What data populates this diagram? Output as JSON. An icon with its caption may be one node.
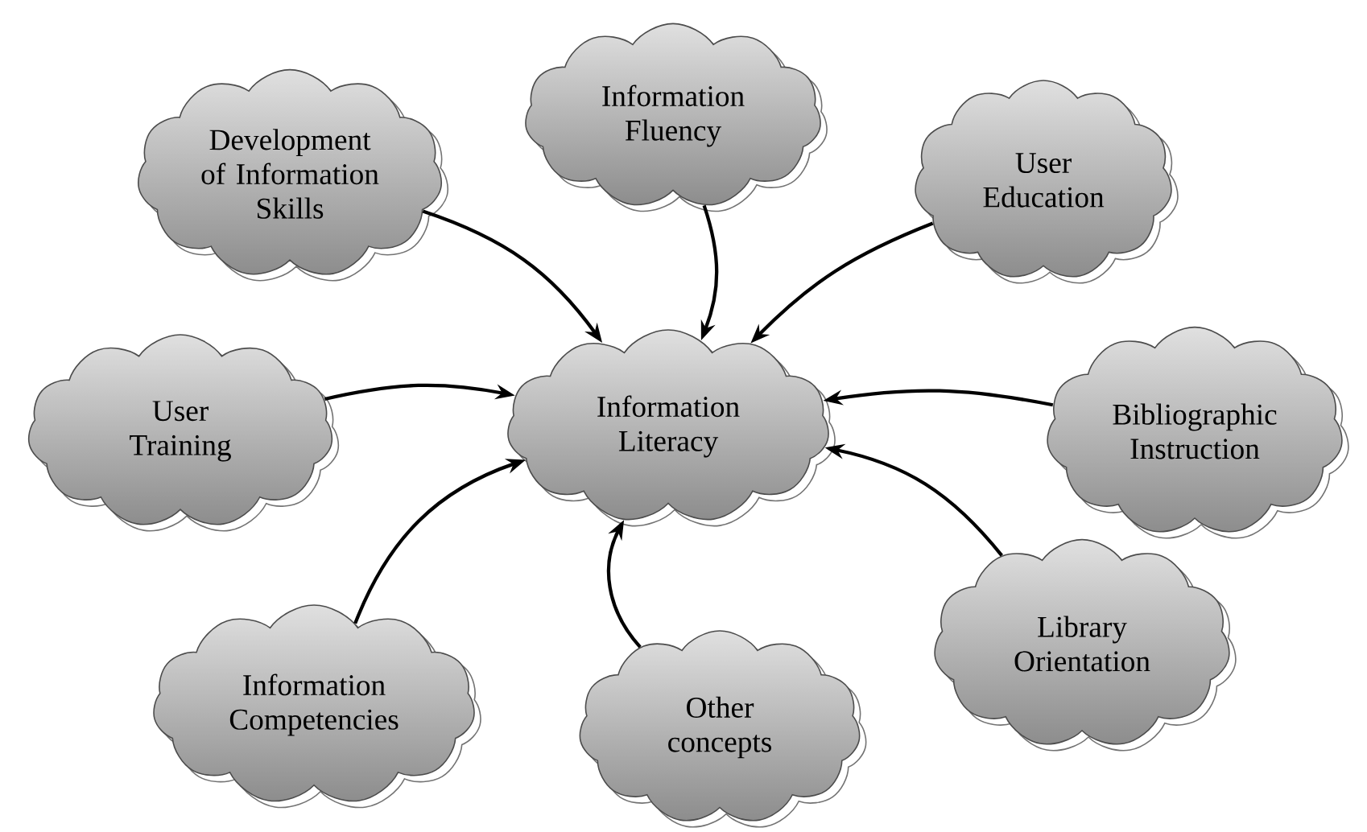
{
  "diagram": {
    "nodes": [
      {
        "text": [
          "Development of Information Skills"
        ]
      },
      {
        "text": [
          "Information Fluency"
        ]
      },
      {
        "text": [
          "User Education"
        ]
      },
      {
        "text": [
          "User Training"
        ]
      },
      {
        "text": [
          "Information Literacy"
        ]
      },
      {
        "text": [
          "Bibliographic Instruction"
        ]
      },
      {
        "text": [
          "Information Competencies"
        ]
      },
      {
        "text": [
          "Other concepts"
        ]
      },
      {
        "text": [
          "Library Orientation"
        ]
      }
    ],
    "edges": [
      {
        "from": 0,
        "to": 4,
        "arrow": "to"
      },
      {
        "from": 1,
        "to": 4,
        "arrow": "to"
      },
      {
        "from": 2,
        "to": 4,
        "arrow": "to"
      },
      {
        "from": 3,
        "to": 4,
        "arrow": "to"
      },
      {
        "from": 5,
        "to": 4,
        "arrow": "to"
      },
      {
        "from": 8,
        "to": 4,
        "arrow": "to"
      },
      {
        "from": 6,
        "to": 4,
        "arrow": "to"
      },
      {
        "from": 7,
        "to": 4,
        "arrow": "to"
      }
    ]
  }
}
